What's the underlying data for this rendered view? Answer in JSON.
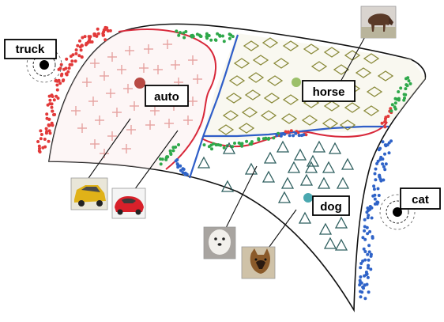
{
  "labels": {
    "truck": "truck",
    "auto": "auto",
    "horse": "horse",
    "dog": "dog",
    "cat": "cat"
  },
  "colors": {
    "auto_markers": "#e6a2a0",
    "auto_center": "#b84a44",
    "horse_markers": "#8a8a3a",
    "horse_center": "#9cc06a",
    "dog_markers": "#2f5f5f",
    "dog_center": "#4aa8b0",
    "red_dots": "#e23a3a",
    "green_dots": "#2ea84a",
    "blue_dots": "#2f63c8",
    "red_boundary": "#d8283a",
    "blue_boundary": "#2f5ec8"
  },
  "icons": {
    "truck": "target-point-icon",
    "cat": "target-point-icon",
    "horse": "horse-photo-icon",
    "yellow_car": "yellow-car-photo-icon",
    "red_car": "red-car-photo-icon",
    "white_dog": "white-dog-photo-icon",
    "brown_dog": "brown-dog-photo-icon"
  }
}
